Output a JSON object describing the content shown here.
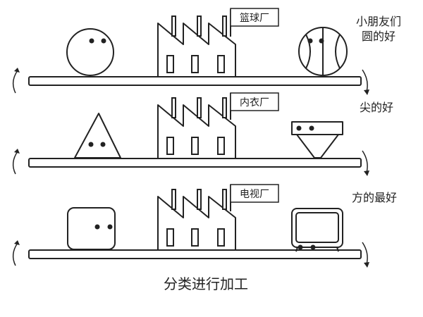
{
  "rows": [
    {
      "factory_sign": "篮球厂",
      "result_label_lines": [
        "小朋友们",
        "圆的好"
      ]
    },
    {
      "factory_sign": "内衣厂",
      "result_label_lines": [
        "尖的好"
      ]
    },
    {
      "factory_sign": "电视厂",
      "result_label_lines": [
        "方的最好"
      ]
    }
  ],
  "caption": "分类进行加工",
  "colors": {
    "stroke": "#222222",
    "fill": "#ffffff",
    "text": "#222222"
  }
}
